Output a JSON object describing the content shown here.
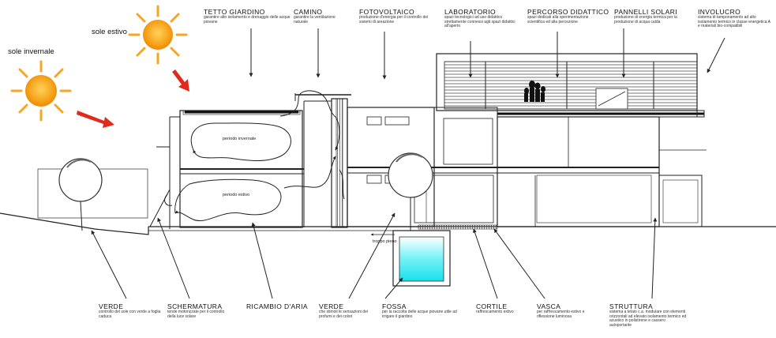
{
  "sun": {
    "summer_label": "sole estivo",
    "winter_label": "sole invernale"
  },
  "top_labels": [
    {
      "title": "TETTO GIARDINO",
      "desc": "garantire alto isolamento e drenaggio delle acque piovane"
    },
    {
      "title": "CAMINO",
      "desc": "garantire la ventilazione naturale"
    },
    {
      "title": "FOTOVOLTAICO",
      "desc": "produzione d'energia per il controllo dei sistemi di areazione"
    },
    {
      "title": "LABORATORIO",
      "desc": "spazi tecnologici ad uso didattico strettamente connessi agli spazi didattici all'aperto"
    },
    {
      "title": "PERCORSO DIDATTICO",
      "desc": "spazi dedicati alla sperimentazione scientifica ed alla percezione"
    },
    {
      "title": "PANNELLI SOLARI",
      "desc": "produzione di energia termica per la produzione di acqua calda"
    },
    {
      "title": "INVOLUCRO",
      "desc": "sistema di tamponamento ad alto isolamento termico in classe energetica A e materiali bio-compatibili"
    }
  ],
  "bottom_labels": [
    {
      "title": "VERDE",
      "desc": "controllo del sole con verde a foglia caduca"
    },
    {
      "title": "SCHERMATURA",
      "desc": "tende motorizzate per il controllo della luce solare"
    },
    {
      "title": "RICAMBIO D'ARIA",
      "desc": ""
    },
    {
      "title": "VERDE",
      "desc": "che stimoli le sensazioni dei profumi e dei colori"
    },
    {
      "title": "FOSSA",
      "desc": "per la raccolta delle acque piovane utile ad irrigare il giardino"
    },
    {
      "title": "CORTILE",
      "desc": "raffrescamento estivo"
    },
    {
      "title": "VASCA",
      "desc": "per raffrescamento estivo e riflessione luminosa"
    },
    {
      "title": "STRUTTURA",
      "desc": "sistema a telaio c.a. modulare con elementi orizzontali ad elevato isolamento termico ed acustico in polistirene e cassero autoportante"
    }
  ],
  "inner_labels": {
    "winter_period": "periodo invernale",
    "summer_period": "periodo estivo",
    "ground_floor": "troppo pieno"
  },
  "colors": {
    "sun": "#f6a623",
    "sun_core": "#f59a0c",
    "arrow": "#e02a1c",
    "water": "#29e6f0",
    "line": "#222222"
  }
}
